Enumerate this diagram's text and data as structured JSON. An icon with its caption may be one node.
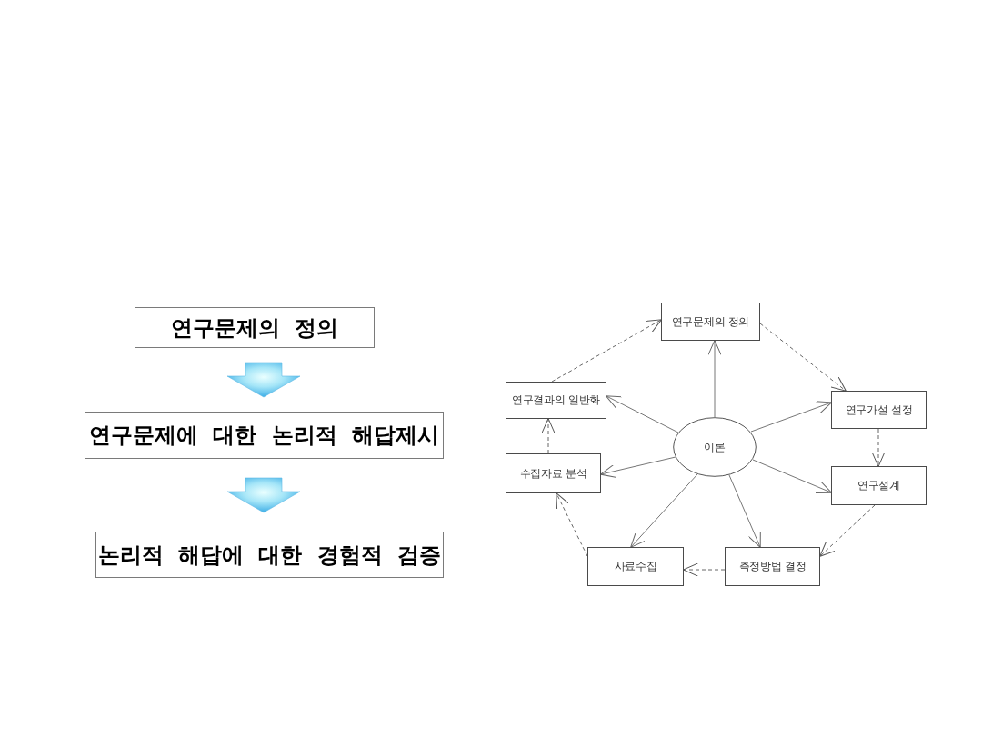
{
  "diagram": {
    "nodes": [
      {
        "text": [
          "연구문제의 정의"
        ]
      },
      {
        "text": [
          "연구문제에 대한 논리적 해답제시"
        ]
      },
      {
        "text": [
          "논리적 해답에 대한 경험적 검증"
        ]
      },
      {
        "text": [
          "연구문제의 정의"
        ]
      },
      {
        "text": [
          "연구가설 설정"
        ]
      },
      {
        "text": [
          "연구설계"
        ]
      },
      {
        "text": [
          "측정방법 결정"
        ]
      },
      {
        "text": [
          "사료수집"
        ]
      },
      {
        "text": [
          "수집자료 분석"
        ]
      },
      {
        "text": [
          "연구결과의 일반화"
        ]
      },
      {
        "text": [
          "이론"
        ]
      }
    ],
    "edges": [
      {
        "from": 0,
        "to": 1,
        "arrow": "to"
      },
      {
        "from": 1,
        "to": 2,
        "arrow": "to"
      },
      {
        "from": 3,
        "to": 4,
        "arrow": "to",
        "style": "dashed"
      },
      {
        "from": 4,
        "to": 5,
        "arrow": "to",
        "style": "dashed"
      },
      {
        "from": 5,
        "to": 6,
        "arrow": "to",
        "style": "dashed"
      },
      {
        "from": 6,
        "to": 7,
        "arrow": "to",
        "style": "dashed"
      },
      {
        "from": 7,
        "to": 8,
        "arrow": "to",
        "style": "dashed"
      },
      {
        "from": 8,
        "to": 9,
        "arrow": "to",
        "style": "dashed"
      },
      {
        "from": 9,
        "to": 3,
        "arrow": "to",
        "style": "dashed"
      },
      {
        "from": 10,
        "to": 3,
        "arrow": "to"
      },
      {
        "from": 10,
        "to": 4,
        "arrow": "to"
      },
      {
        "from": 10,
        "to": 5,
        "arrow": "to"
      },
      {
        "from": 10,
        "to": 6,
        "arrow": "to"
      },
      {
        "from": 10,
        "to": 7,
        "arrow": "to"
      },
      {
        "from": 10,
        "to": 8,
        "arrow": "to"
      },
      {
        "from": 10,
        "to": 9,
        "arrow": "to"
      }
    ]
  }
}
